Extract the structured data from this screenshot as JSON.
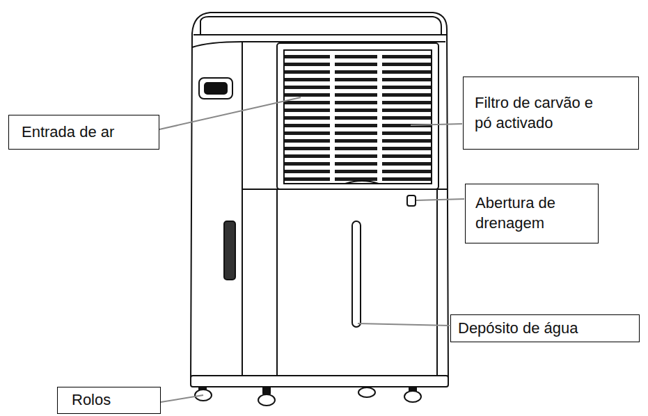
{
  "diagram": {
    "nodes": [
      {
        "text": [
          "Filtro de carvão e pó activado"
        ]
      },
      {
        "text": [
          "Entrada de ar"
        ]
      },
      {
        "text": [
          "Abertura de drenagem"
        ]
      },
      {
        "text": [
          "Depósito de água"
        ]
      },
      {
        "text": [
          "Rolos"
        ]
      }
    ]
  }
}
